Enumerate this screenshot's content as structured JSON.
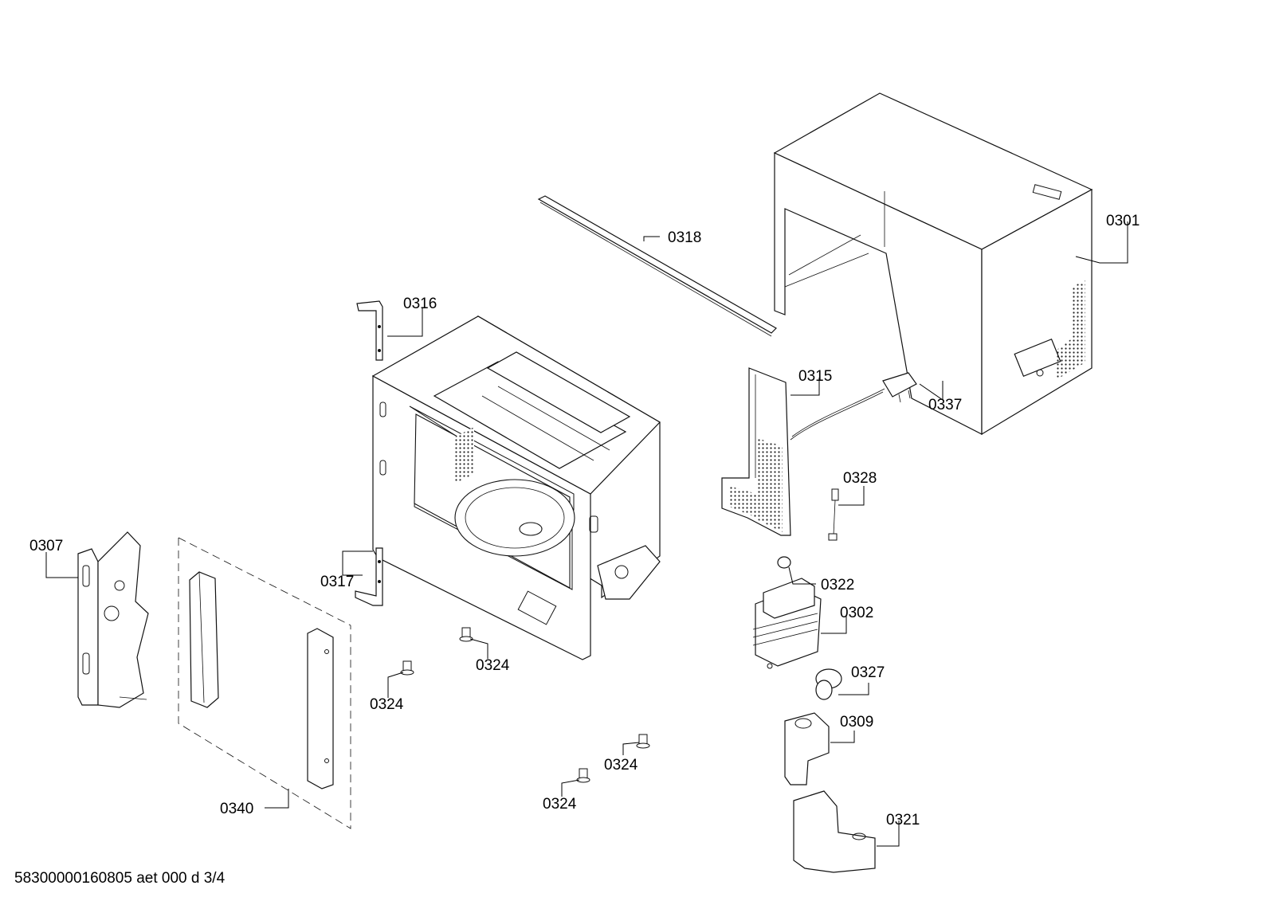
{
  "callouts": [
    {
      "id": "0301",
      "label": "0301"
    },
    {
      "id": "0302",
      "label": "0302"
    },
    {
      "id": "0307",
      "label": "0307"
    },
    {
      "id": "0309",
      "label": "0309"
    },
    {
      "id": "0315",
      "label": "0315"
    },
    {
      "id": "0316",
      "label": "0316"
    },
    {
      "id": "0317",
      "label": "0317"
    },
    {
      "id": "0318",
      "label": "0318"
    },
    {
      "id": "0321",
      "label": "0321"
    },
    {
      "id": "0322",
      "label": "0322"
    },
    {
      "id": "0324a",
      "label": "0324"
    },
    {
      "id": "0324b",
      "label": "0324"
    },
    {
      "id": "0324c",
      "label": "0324"
    },
    {
      "id": "0324d",
      "label": "0324"
    },
    {
      "id": "0327",
      "label": "0327"
    },
    {
      "id": "0328",
      "label": "0328"
    },
    {
      "id": "0337",
      "label": "0337"
    },
    {
      "id": "0340",
      "label": "0340"
    }
  ],
  "footer": "58300000160805 aet 000 d 3/4"
}
